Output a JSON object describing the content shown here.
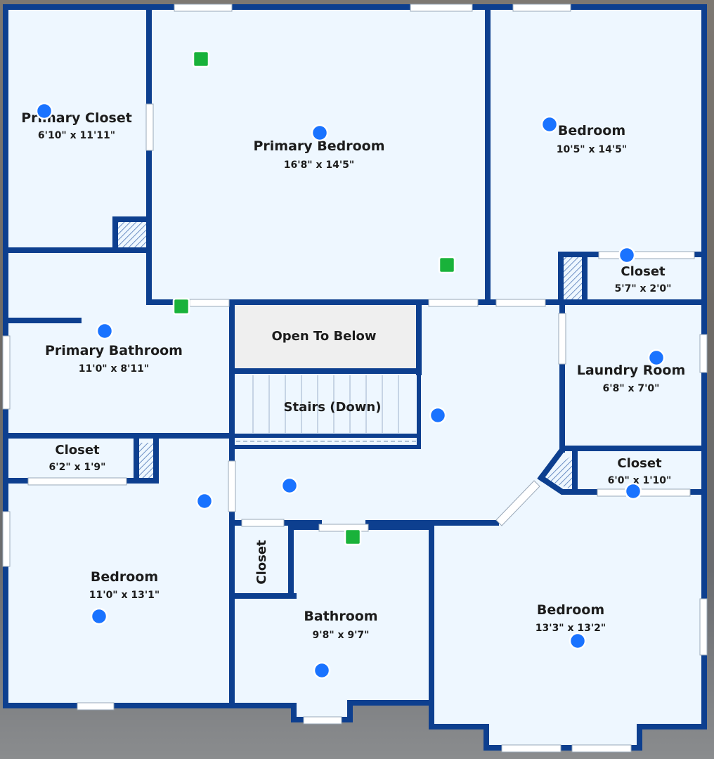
{
  "colors": {
    "wall": "#0d3f8f",
    "room_fill": "#eef7ff",
    "open_fill": "#f0f0f0",
    "marker_blue": "#1a73ff",
    "marker_green": "#19b23a"
  },
  "rooms": {
    "primary_closet": {
      "name": "Primary Closet",
      "dim": "6'10\" x 11'11\""
    },
    "primary_bedroom": {
      "name": "Primary Bedroom",
      "dim": "16'8\" x 14'5\""
    },
    "bedroom_ne": {
      "name": "Bedroom",
      "dim": "10'5\" x 14'5\""
    },
    "closet_ne": {
      "name": "Closet",
      "dim": "5'7\" x 2'0\""
    },
    "open_to_below": {
      "name": "Open To Below"
    },
    "stairs": {
      "name": "Stairs (Down)"
    },
    "primary_bathroom": {
      "name": "Primary Bathroom",
      "dim": "11'0\" x 8'11\""
    },
    "laundry_room": {
      "name": "Laundry Room",
      "dim": "6'8\" x 7'0\""
    },
    "closet_w": {
      "name": "Closet",
      "dim": "6'2\" x 1'9\""
    },
    "closet_e": {
      "name": "Closet",
      "dim": "6'0\" x 1'10\""
    },
    "closet_hall": {
      "name": "Closet"
    },
    "bedroom_sw": {
      "name": "Bedroom",
      "dim": "11'0\" x 13'1\""
    },
    "bathroom": {
      "name": "Bathroom",
      "dim": "9'8\" x 9'7\""
    },
    "bedroom_se": {
      "name": "Bedroom",
      "dim": "13'3\" x 13'2\""
    }
  }
}
